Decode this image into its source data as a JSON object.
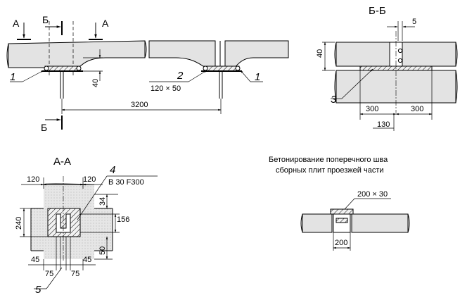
{
  "sections": {
    "a_mark": "А",
    "b_mark": "Б",
    "section_bb_title": "Б-Б",
    "section_aa_title": "А-А"
  },
  "callouts": {
    "n1": "1",
    "n2": "2",
    "n3": "3",
    "n4": "4",
    "n5": "5"
  },
  "elevation": {
    "plate_size": "120 × 50",
    "dim_40": "40",
    "dim_3200": "3200"
  },
  "section_bb": {
    "dim_5": "5",
    "dim_40": "40",
    "dim_300_left": "300",
    "dim_300_right": "300",
    "dim_130": "130"
  },
  "section_aa": {
    "dim_120_left": "120",
    "dim_120_right": "120",
    "concrete_grade": "B 30 F300",
    "dim_34": "34",
    "dim_156": "156",
    "dim_240": "240",
    "dim_50": "50",
    "dim_45_left": "45",
    "dim_75_left": "75",
    "dim_75_right": "75",
    "dim_45_right": "45"
  },
  "joint_detail": {
    "caption_line1": "Бетонирование поперечного шва",
    "caption_line2": "сборных плит проезжей части",
    "dim_200x30": "200 × 30",
    "dim_200": "200"
  },
  "colors": {
    "line": "#000000",
    "concrete": "#e3e3e3",
    "background": "#ffffff"
  }
}
